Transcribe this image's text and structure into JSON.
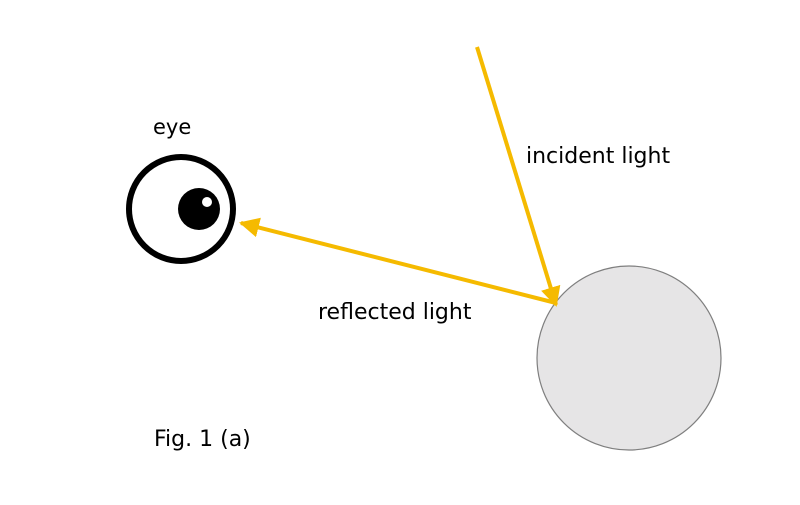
{
  "labels": {
    "eye": "eye",
    "incident": "incident light",
    "reflected": "reflected light",
    "figure": "Fig. 1 (a)"
  },
  "colors": {
    "light_ray": "#F5BA00",
    "object_fill": "#E6E5E6",
    "object_stroke": "#7F7F7F",
    "eye_stroke": "#000000",
    "pupil": "#000000",
    "highlight": "#FFFFFF"
  }
}
